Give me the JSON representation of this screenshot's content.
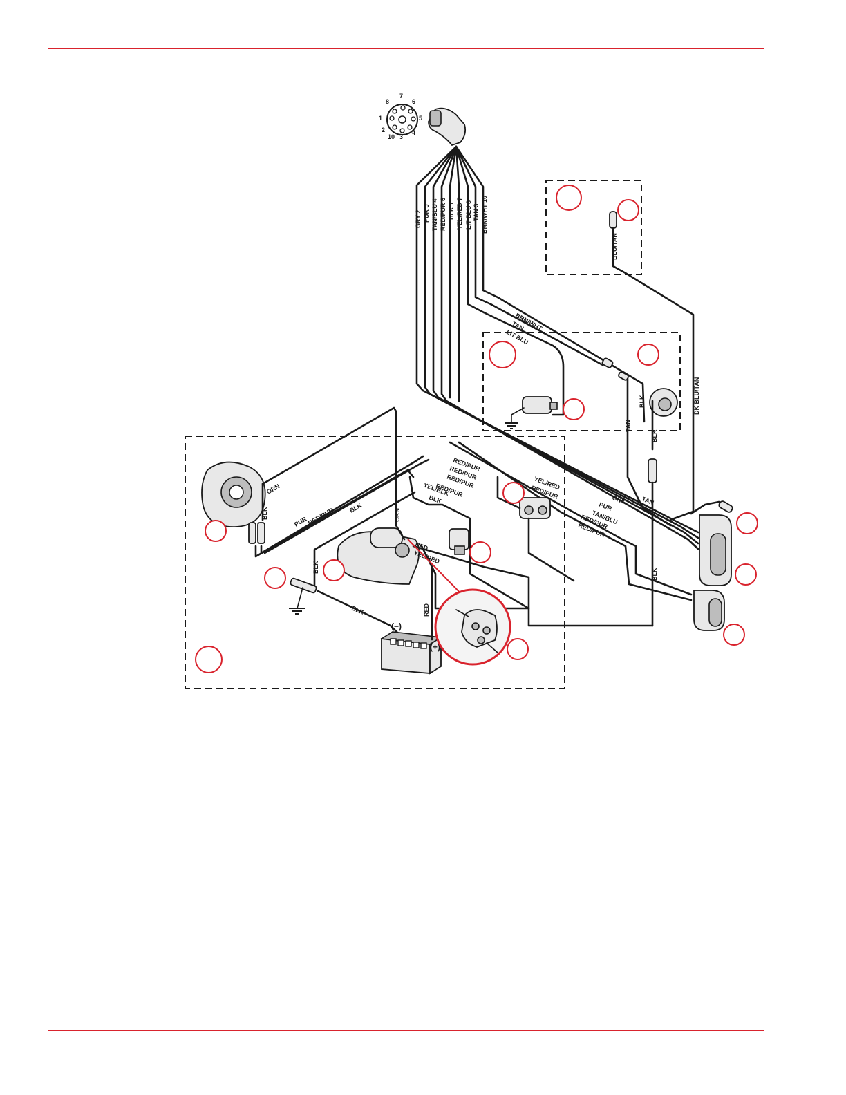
{
  "colors": {
    "rule": "#d9232d",
    "callout": "#d9232d",
    "wire": "#1a1a1a",
    "link": "#2b4fa8"
  },
  "plug": {
    "pins": [
      "1",
      "2",
      "3",
      "4",
      "5",
      "6",
      "7",
      "8",
      "10"
    ]
  },
  "harness_labels": [
    "GRY 2",
    "PUR 5",
    "TAN/BLU 4",
    "RED/PUR 6",
    "BLK 1",
    "YEL/RED 7",
    "LIT BLU 8",
    "TAN 3",
    "BRN/WHT 10"
  ],
  "wire_labels": {
    "blu_tan": "BLU/TAN",
    "brn_wht": "BRN/WHT",
    "tan": "TAN",
    "lit_blu": "LIT BLU",
    "tan_v": "TAN",
    "blk_v1": "BLK",
    "blk_v2": "BLK",
    "dk_blu_tan": "DK BLU/TAN",
    "red_pur_1": "RED/PUR",
    "red_pur_2": "RED/PUR",
    "red_pur_3": "RED/PUR",
    "red_pur_4": "RED/PUR",
    "yel_blk": "YEL/BLK",
    "blk_mid": "BLK",
    "yel_red_1": "YEL/RED",
    "red_pur_5": "RED/PUR",
    "gry": "GRY",
    "pur": "PUR",
    "tan_blu": "TAN/BLU",
    "red_pur_6": "RED/PUR",
    "red_pur_7": "RED/PUR",
    "tan_2": "TAN",
    "orn_1": "ORN",
    "blk_alt": "BLK",
    "pur_2": "PUR",
    "red_pur_8": "RED/PUR",
    "blk_2": "BLK",
    "orn_2": "ORN",
    "blk_3": "BLK",
    "red_1": "RED",
    "yel_red_2": "YEL/RED",
    "blk_4": "BLK",
    "red_2": "RED",
    "blk_5": "BLK"
  },
  "battery": {
    "neg": "(−)",
    "pos": "(+)"
  },
  "callouts": 15
}
